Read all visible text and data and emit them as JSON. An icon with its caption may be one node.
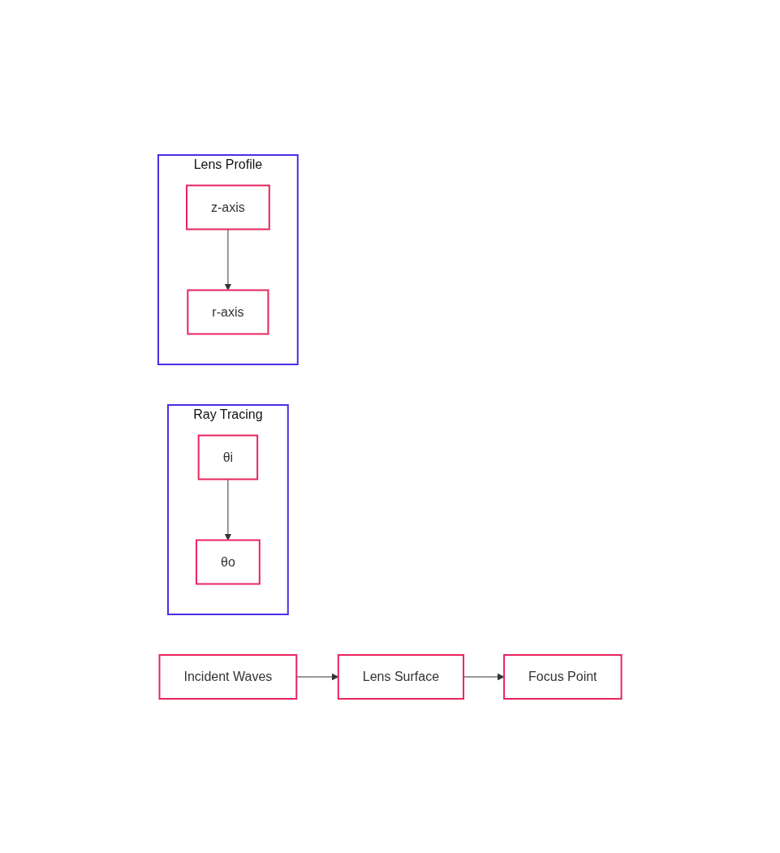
{
  "diagram": {
    "nodes": [
      {
        "text": [
          "Ray Tracing"
        ]
      },
      {
        "text": [
          "θi"
        ],
        "in": 0
      },
      {
        "text": [
          "θo"
        ],
        "in": 0
      },
      {
        "text": [
          "Lens Profile"
        ]
      },
      {
        "text": [
          "z-axis"
        ],
        "in": 3
      },
      {
        "text": [
          "r-axis"
        ],
        "in": 3
      },
      {
        "text": [
          "Incident Waves"
        ]
      },
      {
        "text": [
          "Lens Surface"
        ]
      },
      {
        "text": [
          "Focus Point"
        ]
      }
    ],
    "edges": [
      {
        "from": 1,
        "to": 2,
        "arrow": "to"
      },
      {
        "from": 4,
        "to": 5,
        "arrow": "to"
      },
      {
        "from": 6,
        "to": 7,
        "arrow": "to"
      },
      {
        "from": 7,
        "to": 8,
        "arrow": "to"
      }
    ]
  }
}
